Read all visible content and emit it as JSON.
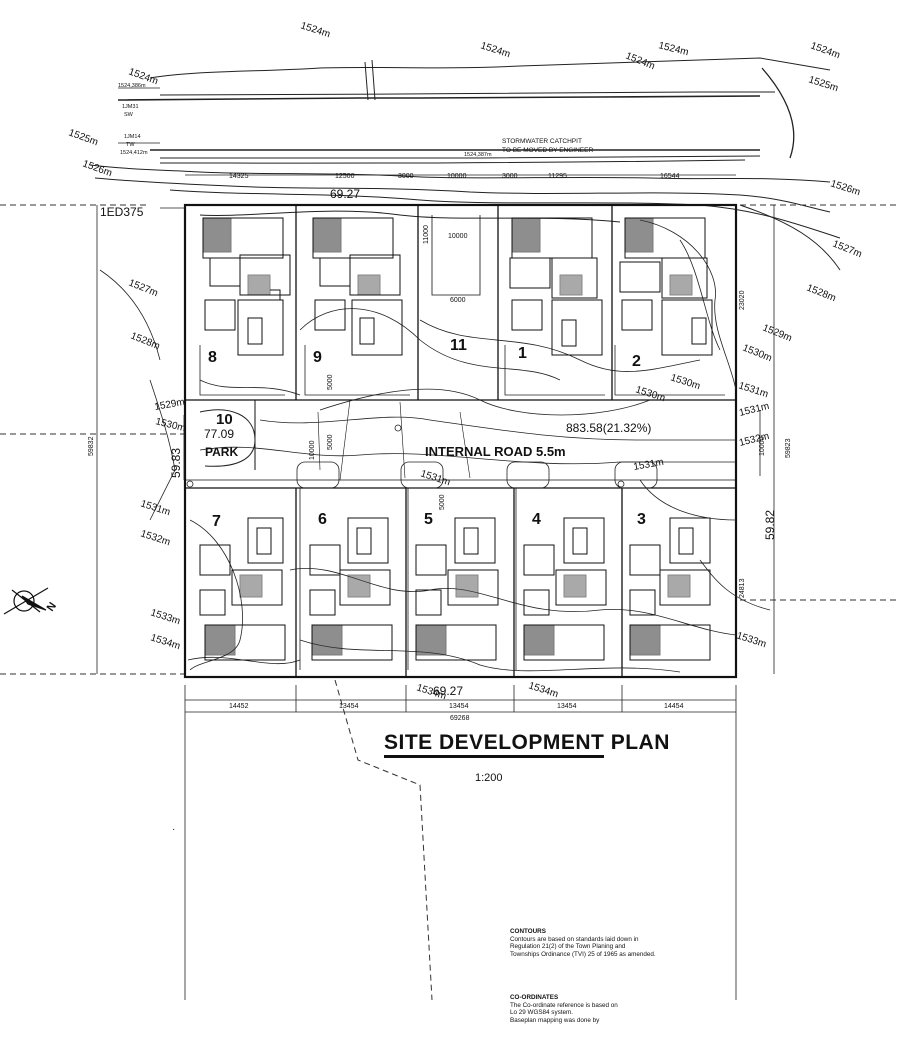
{
  "title": "SITE DEVELOPMENT PLAN",
  "scale": "1:200",
  "road": {
    "label": "INTERNAL ROAD 5.5m",
    "area": "883.58(21.32%)"
  },
  "stormwater": [
    "STORMWATER CATCHPIT",
    "TO BE MOVED BY ENGINEER"
  ],
  "erf_label": "1ED375",
  "small_labels": [
    "1524,386m",
    "1JM31",
    "SW",
    "1JM14",
    "TW",
    "1524,412m",
    "1524,387m"
  ],
  "park": {
    "number": "10",
    "area": "77.09",
    "label": "PARK"
  },
  "dimensions": {
    "top_total": "69.27",
    "bottom_total": "69.27",
    "overall": "69268",
    "left": "59.83",
    "right": "59.82",
    "top_segments": [
      "14325",
      "12500",
      "3000",
      "10000",
      "3000",
      "11295",
      "16544"
    ],
    "bottom_segments": [
      "14452",
      "13454",
      "13454",
      "13454",
      "14454"
    ],
    "road_side": "10000",
    "outer_left": "59832",
    "outer_right": "59823",
    "right_upper": "23020",
    "right_lower": "24813",
    "interior": [
      "10000",
      "6000",
      "5000",
      "5000",
      "5000",
      "11000",
      "10000"
    ]
  },
  "plots": [
    "1",
    "2",
    "3",
    "4",
    "5",
    "6",
    "7",
    "8",
    "9",
    "11"
  ],
  "contours": [
    "1524m",
    "1524m",
    "1524m",
    "1524m",
    "1524m",
    "1524m",
    "1525m",
    "1525m",
    "1526m",
    "1526m",
    "1527m",
    "1527m",
    "1528m",
    "1528m",
    "1529m",
    "1529m",
    "1530m",
    "1530m",
    "1530m",
    "1530m",
    "1531m",
    "1531m",
    "1531m",
    "1531m",
    "1531m",
    "1532m",
    "1532m",
    "1533m",
    "1533m",
    "1534m",
    "1534m",
    "1534m",
    "1535m",
    "1526m"
  ],
  "notes": {
    "contours_heading": "CONTOURS",
    "contours_lines": [
      "Contours are based on standards laid down in",
      "Regulation 21(2) of the Town Planing and",
      "Townships Ordinance (TVI) 25 of 1965 as amended."
    ],
    "coords_heading": "CO-ORDINATES",
    "coords_lines": [
      "The Co-ordinate reference is based on",
      "Lo 29  WGS84 system.",
      "Baseplan mapping was done by"
    ]
  },
  "north_arrow_letter": "N"
}
